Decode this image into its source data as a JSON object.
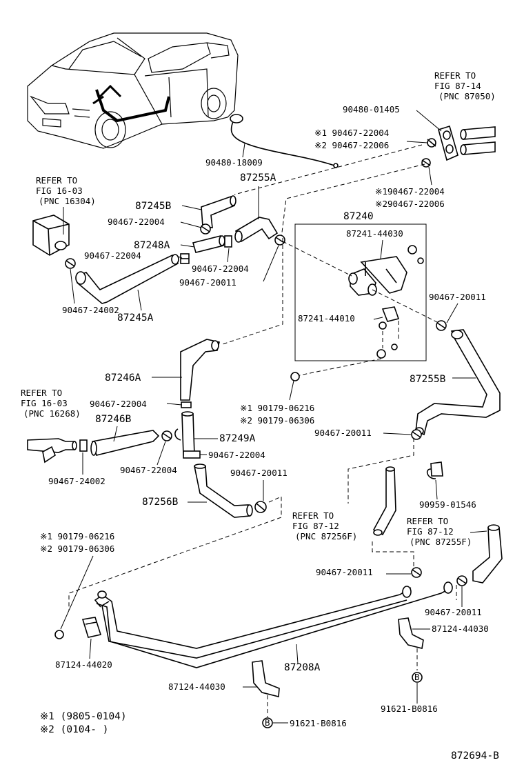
{
  "refs": {
    "fig8714": [
      "REFER TO",
      "FIG 87-14",
      "(PNC 87050)"
    ],
    "fig1603a": [
      "REFER TO",
      "FIG 16-03",
      "(PNC 16304)"
    ],
    "fig1603b": [
      "REFER TO",
      "FIG 16-03",
      "(PNC 16268)"
    ],
    "fig8712a": [
      "REFER TO",
      "FIG 87-12",
      "(PNC 87256F)"
    ],
    "fig8712b": [
      "REFER TO",
      "FIG 87-12",
      "(PNC 87255F)"
    ]
  },
  "labels": {
    "p90480_01405": "90480-01405",
    "p1_90467_22004_a": "※1 90467-22004",
    "p2_90467_22006_a": "※2 90467-22006",
    "p90480_18009": "90480-18009",
    "p87255A": "87255A",
    "p1_90467_22004_b": "※190467-22004",
    "p2_90467_22006_b": "※290467-22006",
    "p87245B": "87245B",
    "p90467_22004_a": "90467-22004",
    "p87240": "87240",
    "p87241_44030": "87241-44030",
    "p87248A": "87248A",
    "p90467_22004_b": "90467-22004",
    "p90467_22004_c": "90467-22004",
    "p90467_20011_a": "90467-20011",
    "p90467_24002_a": "90467-24002",
    "p87245A": "87245A",
    "p90467_20011_b": "90467-20011",
    "p87241_44010": "87241-44010",
    "p87246A": "87246A",
    "p87255B": "87255B",
    "p90467_22004_d": "90467-22004",
    "p1_90179_06216_a": "※1 90179-06216",
    "p2_90179_06306_a": "※2 90179-06306",
    "p87246B": "87246B",
    "p87249A": "87249A",
    "p90467_20011_c": "90467-20011",
    "p90467_22004_e": "90467-22004",
    "p90467_22004_f": "90467-22004",
    "p90467_24002_b": "90467-24002",
    "p90467_20011_d": "90467-20011",
    "p90959_01546": "90959-01546",
    "p87256B": "87256B",
    "p1_90179_06216_b": "※1 90179-06216",
    "p2_90179_06306_b": "※2 90179-06306",
    "p90467_20011_e": "90467-20011",
    "p90467_20011_f": "90467-20011",
    "p87124_44030_a": "87124-44030",
    "p87124_44020": "87124-44020",
    "p87208A": "87208A",
    "p87124_44030_b": "87124-44030",
    "p91621_B0816_a": "91621-B0816",
    "p91621_B0816_b": "91621-B0816"
  },
  "bolt_marker": "B",
  "legend": {
    "note1": "※1 (9805-0104)",
    "note2": "※2 (0104-      )"
  },
  "diagram_id": "872694-B"
}
